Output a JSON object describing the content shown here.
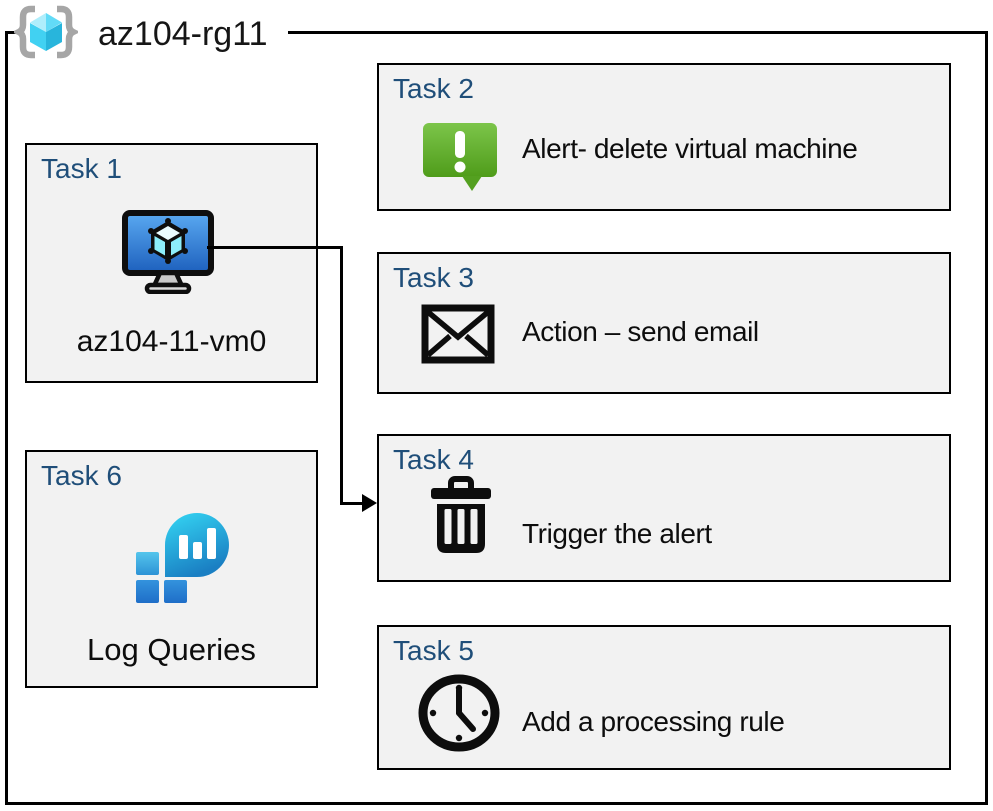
{
  "diagram": {
    "group_label": "az104-rg11",
    "group_icon": "resource-group-icon",
    "tasks": [
      {
        "label": "Task 1",
        "caption": "az104-11-vm0",
        "icon": "virtual-machine-icon"
      },
      {
        "label": "Task 2",
        "caption": "Alert- delete virtual machine",
        "icon": "alert-icon"
      },
      {
        "label": "Task 3",
        "caption": "Action – send email",
        "icon": "email-icon"
      },
      {
        "label": "Task 4",
        "caption": "Trigger the alert",
        "icon": "trash-icon"
      },
      {
        "label": "Task 5",
        "caption": "Add a processing rule",
        "icon": "clock-icon"
      },
      {
        "label": "Task 6",
        "caption": "Log Queries",
        "icon": "log-queries-icon"
      }
    ],
    "connector": {
      "from": "Task 1",
      "to": "Task 4",
      "style": "elbow-arrow"
    },
    "colors": {
      "task_label_blue": "#1F4E79",
      "box_fill": "#F2F2F2",
      "border_black": "#000000",
      "alert_green": "#5FAD27",
      "vm_screen_blue": "#2E7BD6",
      "log_teal": "#28B8E0",
      "log_square_blue": "#2E86D9",
      "rg_cube_cyan": "#50E6FF",
      "bracket_gray": "#A6A6A6"
    }
  }
}
